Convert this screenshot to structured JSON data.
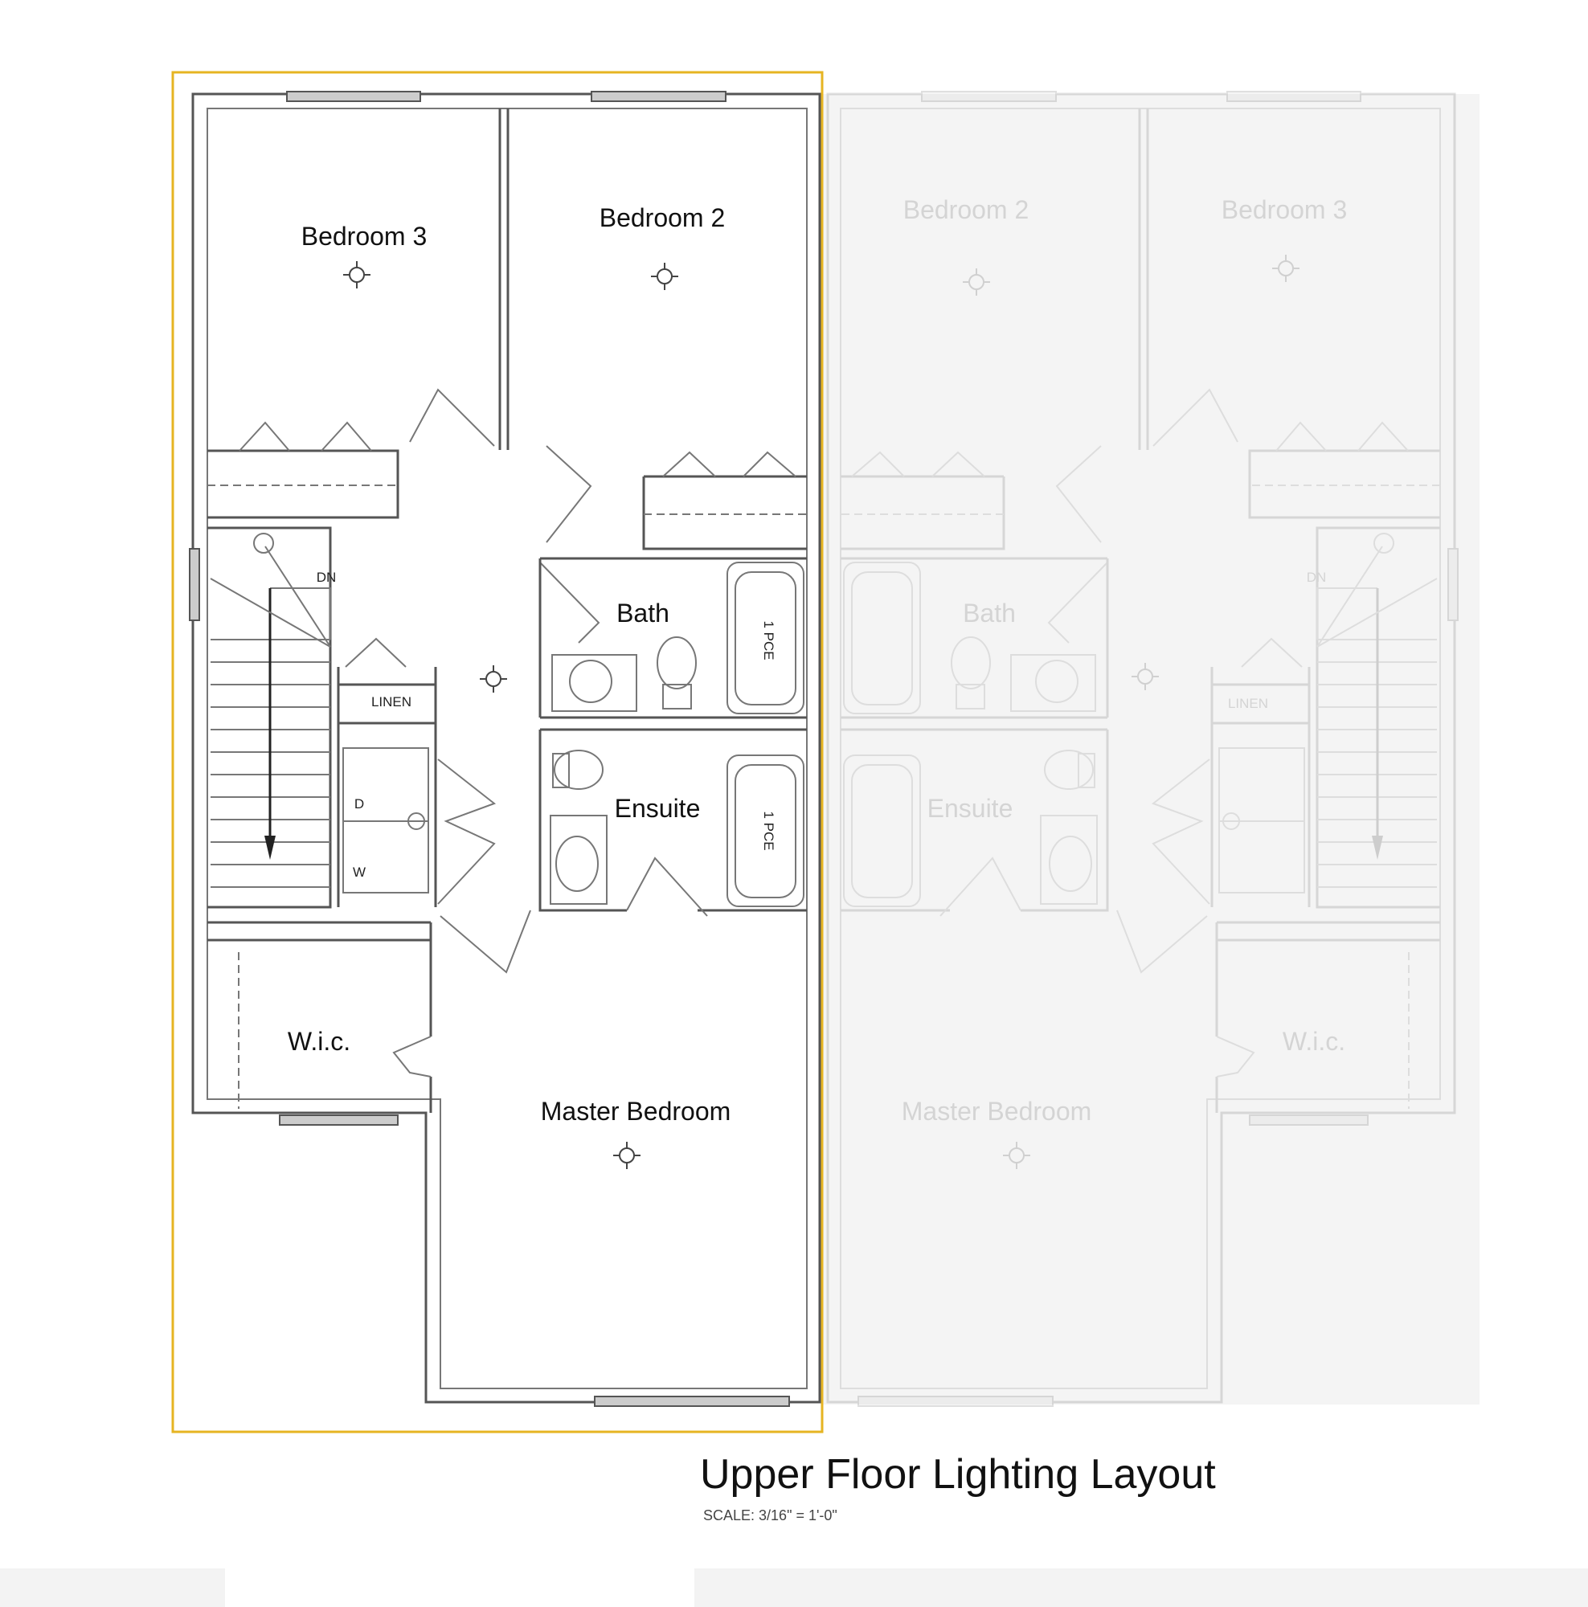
{
  "title": "Upper Floor Lighting Layout",
  "scale": "SCALE: 3/16\" = 1'-0\"",
  "highlight_color": "#e6b422",
  "highlighted_unit": {
    "rooms": {
      "bedroom3": "Bedroom 3",
      "bedroom2": "Bedroom 2",
      "bath": "Bath",
      "ensuite": "Ensuite",
      "wic": "W.i.c.",
      "master": "Master Bedroom",
      "linen": "LINEN",
      "dn": "DN",
      "dryer": "D",
      "washer": "W",
      "tub1": "1 PCE",
      "tub2": "1 PCE"
    }
  },
  "mirrored_unit": {
    "rooms": {
      "bedroom2": "Bedroom 2",
      "bedroom3": "Bedroom 3",
      "bath": "Bath",
      "ensuite": "Ensuite",
      "wic": "W.i.c.",
      "master": "Master Bedroom",
      "linen": "LINEN",
      "dn": "DN"
    }
  }
}
